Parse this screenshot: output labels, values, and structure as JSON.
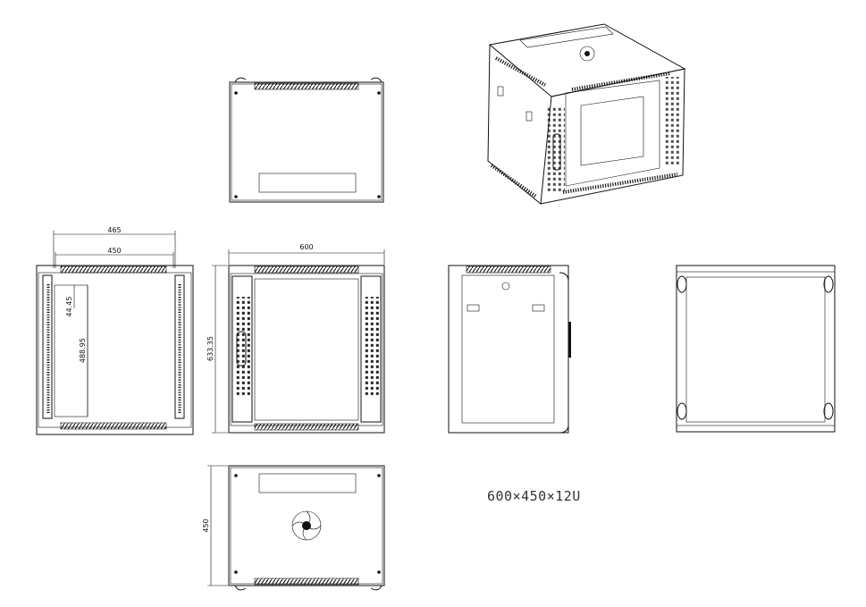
{
  "drawing": {
    "dimensions": {
      "side_outer_width": "465",
      "side_inner_width": "450",
      "side_rail_offset": "44.45",
      "side_rail_height": "488.95",
      "front_width": "600",
      "front_height": "633.35",
      "bottom_depth": "450"
    },
    "model_label": "600×450×12U"
  }
}
